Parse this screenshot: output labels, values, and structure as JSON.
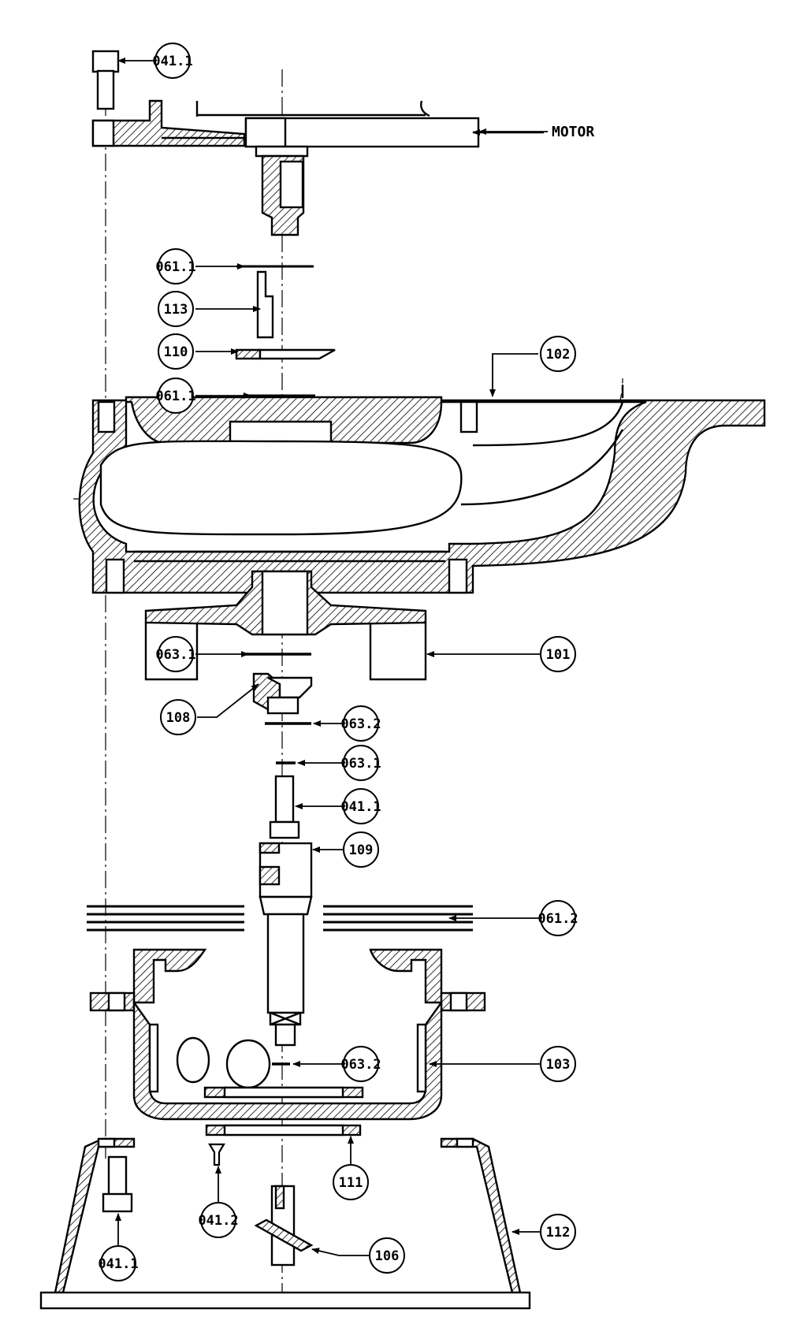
{
  "diagram": {
    "external_label": "MOTOR",
    "callouts": [
      {
        "id": "c-0411-top",
        "label": "041.1"
      },
      {
        "id": "c-0611-a",
        "label": "061.1"
      },
      {
        "id": "c-113",
        "label": "113"
      },
      {
        "id": "c-110",
        "label": "110"
      },
      {
        "id": "c-102",
        "label": "102"
      },
      {
        "id": "c-0611-b",
        "label": "061.1"
      },
      {
        "id": "c-0631-a",
        "label": "063.1"
      },
      {
        "id": "c-101",
        "label": "101"
      },
      {
        "id": "c-108",
        "label": "108"
      },
      {
        "id": "c-0632-a",
        "label": "063.2"
      },
      {
        "id": "c-0631-b",
        "label": "063.1"
      },
      {
        "id": "c-0411-mid",
        "label": "041.1"
      },
      {
        "id": "c-109",
        "label": "109"
      },
      {
        "id": "c-0612",
        "label": "061.2"
      },
      {
        "id": "c-103",
        "label": "103"
      },
      {
        "id": "c-0632-b",
        "label": "063.2"
      },
      {
        "id": "c-111",
        "label": "111"
      },
      {
        "id": "c-0412",
        "label": "041.2"
      },
      {
        "id": "c-112",
        "label": "112"
      },
      {
        "id": "c-106",
        "label": "106"
      },
      {
        "id": "c-0411-bot",
        "label": "041.1"
      }
    ]
  }
}
